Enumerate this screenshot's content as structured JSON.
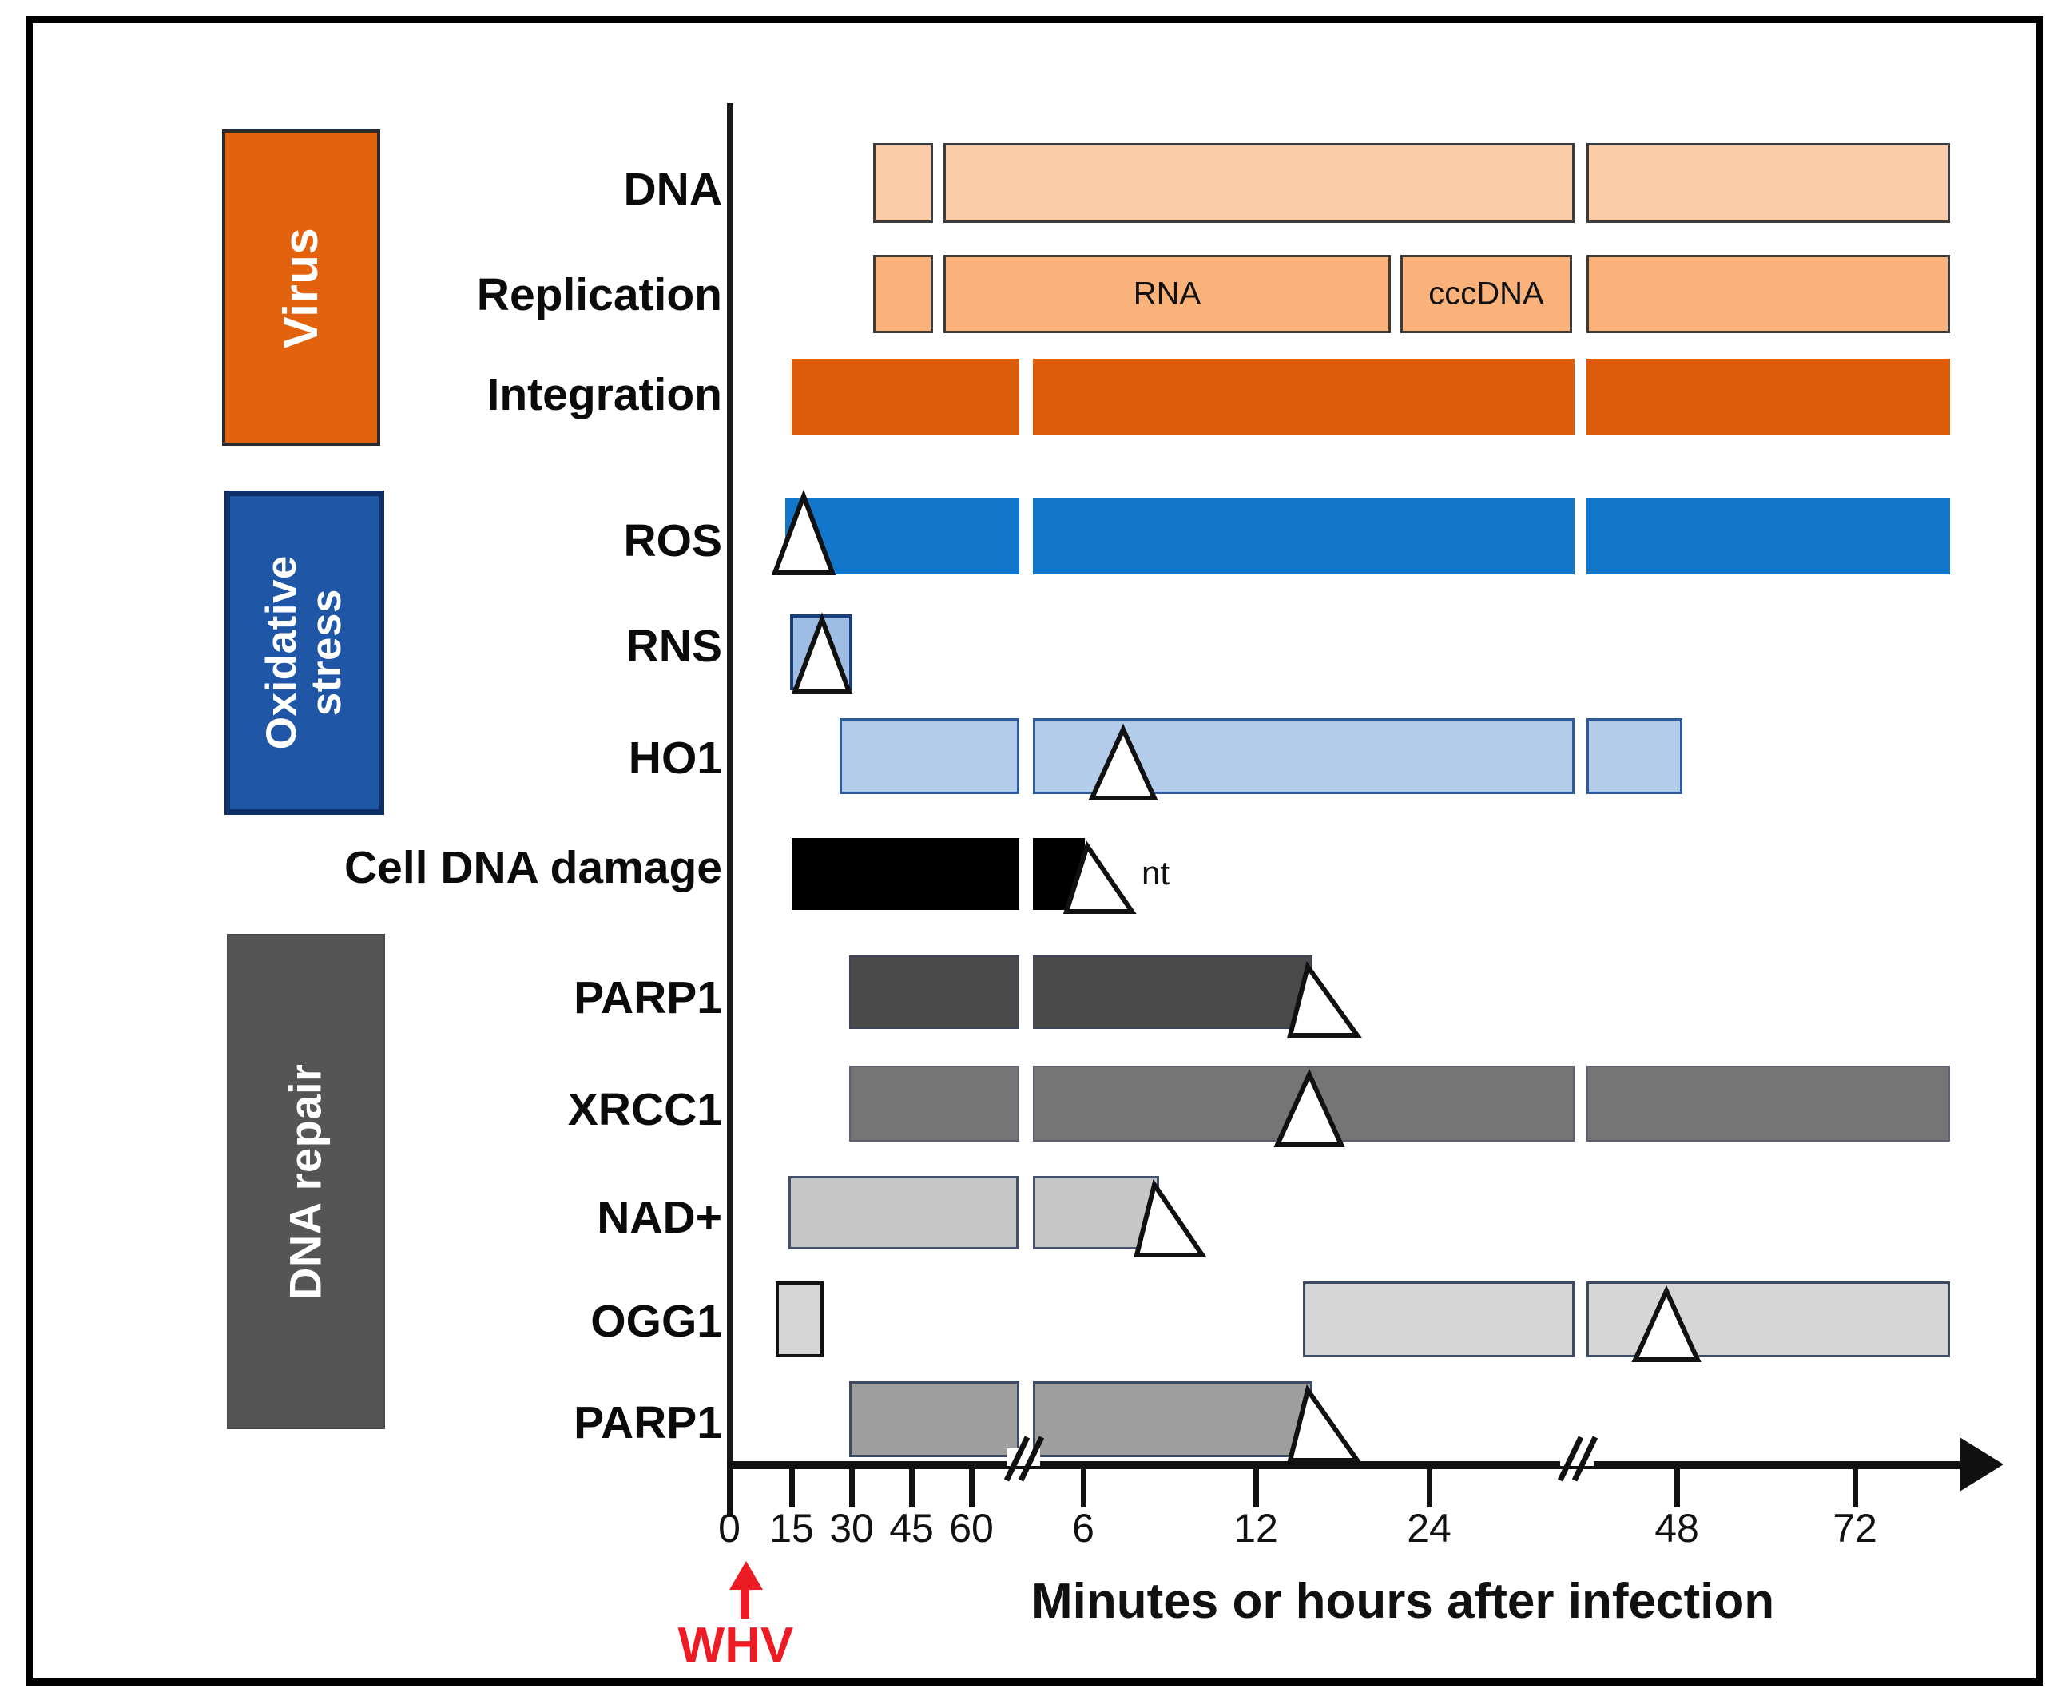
{
  "figure": {
    "xaxis_title": "Minutes or hours after infection",
    "event_marker": "WHV",
    "annotation_nt": "nt"
  },
  "groups": [
    {
      "id": "virus",
      "label": "Virus",
      "color": "#E2620E"
    },
    {
      "id": "oxid",
      "label": "Oxidative\nstress",
      "label_line1": "Oxidative",
      "label_line2": "stress",
      "color": "#1F56A5"
    },
    {
      "id": "repair",
      "label": "DNA repair",
      "color": "#555555"
    }
  ],
  "rows": [
    {
      "label": "DNA"
    },
    {
      "label": "Replication"
    },
    {
      "label": "Integration"
    },
    {
      "label": "ROS"
    },
    {
      "label": "RNS"
    },
    {
      "label": "HO1"
    },
    {
      "label": "Cell DNA damage"
    },
    {
      "label": "PARP1"
    },
    {
      "label": "XRCC1"
    },
    {
      "label": "NAD+"
    },
    {
      "label": "OGG1"
    },
    {
      "label": "PARP1"
    }
  ],
  "segment_labels": {
    "rna": "RNA",
    "cccdna": "cccDNA"
  },
  "chart_data": {
    "type": "timeline",
    "title": "",
    "xlabel": "Minutes or hours after infection",
    "ylabel": "",
    "axis": {
      "tick_labels": [
        "0",
        "15",
        "30",
        "45",
        "60",
        "6",
        "12",
        "24",
        "48",
        "72"
      ],
      "tick_values": [
        0,
        15,
        30,
        45,
        60,
        6,
        12,
        24,
        48,
        72
      ],
      "units_note": "minutes then hours",
      "breaks": 2,
      "arrow_end": true
    },
    "event": {
      "label": "WHV",
      "at": "0"
    },
    "series": [
      {
        "name": "DNA",
        "group": "Virus",
        "spans": [
          [
            15,
            30
          ],
          [
            60,
            "24h"
          ],
          [
            "24h",
            "72+"
          ]
        ]
      },
      {
        "name": "Replication",
        "group": "Virus",
        "spans": [
          [
            15,
            30
          ],
          [
            60,
            "12h"
          ],
          [
            "12h",
            "24h"
          ],
          [
            "24h",
            "72+"
          ]
        ],
        "span_labels": [
          null,
          "RNA",
          "cccDNA",
          null
        ]
      },
      {
        "name": "Integration",
        "group": "Virus",
        "spans": [
          [
            0,
            30
          ],
          [
            60,
            "12h"
          ],
          [
            "24h",
            "72+"
          ]
        ]
      },
      {
        "name": "ROS",
        "group": "Oxidative stress",
        "spans": [
          [
            0,
            30
          ],
          [
            60,
            "12h"
          ],
          [
            "24h",
            "72+"
          ]
        ],
        "marker_at": "0-15"
      },
      {
        "name": "RNS",
        "group": "Oxidative stress",
        "spans": [
          [
            0,
            15
          ]
        ],
        "marker_at": "0-15"
      },
      {
        "name": "HO1",
        "group": "Oxidative stress",
        "spans": [
          [
            15,
            30
          ],
          [
            60,
            "12h"
          ],
          [
            "24h",
            "48h"
          ]
        ],
        "marker_at": "6h"
      },
      {
        "name": "Cell DNA damage",
        "group": "",
        "spans": [
          [
            0,
            30
          ],
          [
            60,
            "6h"
          ]
        ],
        "marker_at": "6h",
        "annotation": "nt"
      },
      {
        "name": "PARP1",
        "group": "DNA repair",
        "spans": [
          [
            15,
            30
          ],
          [
            60,
            "12h"
          ]
        ],
        "marker_at": "12h"
      },
      {
        "name": "XRCC1",
        "group": "DNA repair",
        "spans": [
          [
            15,
            30
          ],
          [
            60,
            "24h"
          ],
          [
            "24h",
            "72+"
          ]
        ],
        "marker_at": "12h"
      },
      {
        "name": "NAD+",
        "group": "DNA repair",
        "spans": [
          [
            0,
            30
          ],
          [
            60,
            "6h"
          ]
        ],
        "marker_at": "6h"
      },
      {
        "name": "OGG1",
        "group": "DNA repair",
        "spans": [
          [
            0,
            15
          ],
          [
            "12h",
            "24h"
          ],
          [
            "24h",
            "72+"
          ]
        ],
        "marker_at": "48h"
      },
      {
        "name": "PARP1",
        "group": "DNA repair",
        "spans": [
          [
            15,
            30
          ],
          [
            60,
            "12h"
          ]
        ],
        "marker_at": "12h"
      }
    ],
    "colors": {
      "dna": "#FBCBA7",
      "replication": "#FBB27A",
      "integration": "#DC5C0B",
      "ros": "#1277CB",
      "rns": "#9DBDE5",
      "ho1": "#B3CCEA",
      "cell_dna_damage": "#000000",
      "parp1_top": "#4A4A4A",
      "xrcc1": "#757575",
      "nad": "#C6C6C6",
      "ogg1": "#D6D6D6",
      "parp1_bottom": "#9E9E9E",
      "whv": "#ED1C24"
    }
  }
}
